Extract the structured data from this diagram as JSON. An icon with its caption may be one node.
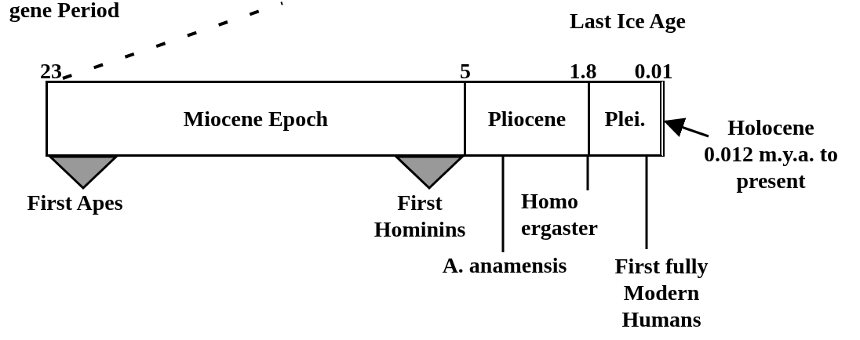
{
  "diagram": {
    "nodes": [
      {
        "text": [
          "Miocene Epoch"
        ]
      },
      {
        "text": [
          "Pliocene"
        ]
      },
      {
        "text": [
          "Plei."
        ]
      },
      {
        "text": [
          "Holocene 0.012 m.y.a. to present"
        ]
      },
      {
        "text": [
          "A. anamensis"
        ]
      },
      {
        "text": [
          "Homo ergaster"
        ]
      },
      {
        "text": [
          "First fully Modern Humans"
        ]
      },
      {
        "text": [],
        "shape": "triangle"
      },
      {
        "text": [],
        "shape": "triangle"
      }
    ],
    "edges": [
      {
        "from": 0,
        "to": null,
        "arrow": "none",
        "style": "dashed"
      },
      {
        "from": 3,
        "to": 2,
        "arrow": "to"
      },
      {
        "from": 4,
        "to": 1,
        "arrow": "none"
      },
      {
        "from": 5,
        "to": 2,
        "arrow": "none"
      },
      {
        "from": 6,
        "to": 2,
        "arrow": "none"
      }
    ],
    "labels": [
      "gene Period",
      "Last Ice Age",
      "23",
      "5",
      "1.8",
      "0.01",
      "First Apes",
      "First Hominins"
    ]
  }
}
